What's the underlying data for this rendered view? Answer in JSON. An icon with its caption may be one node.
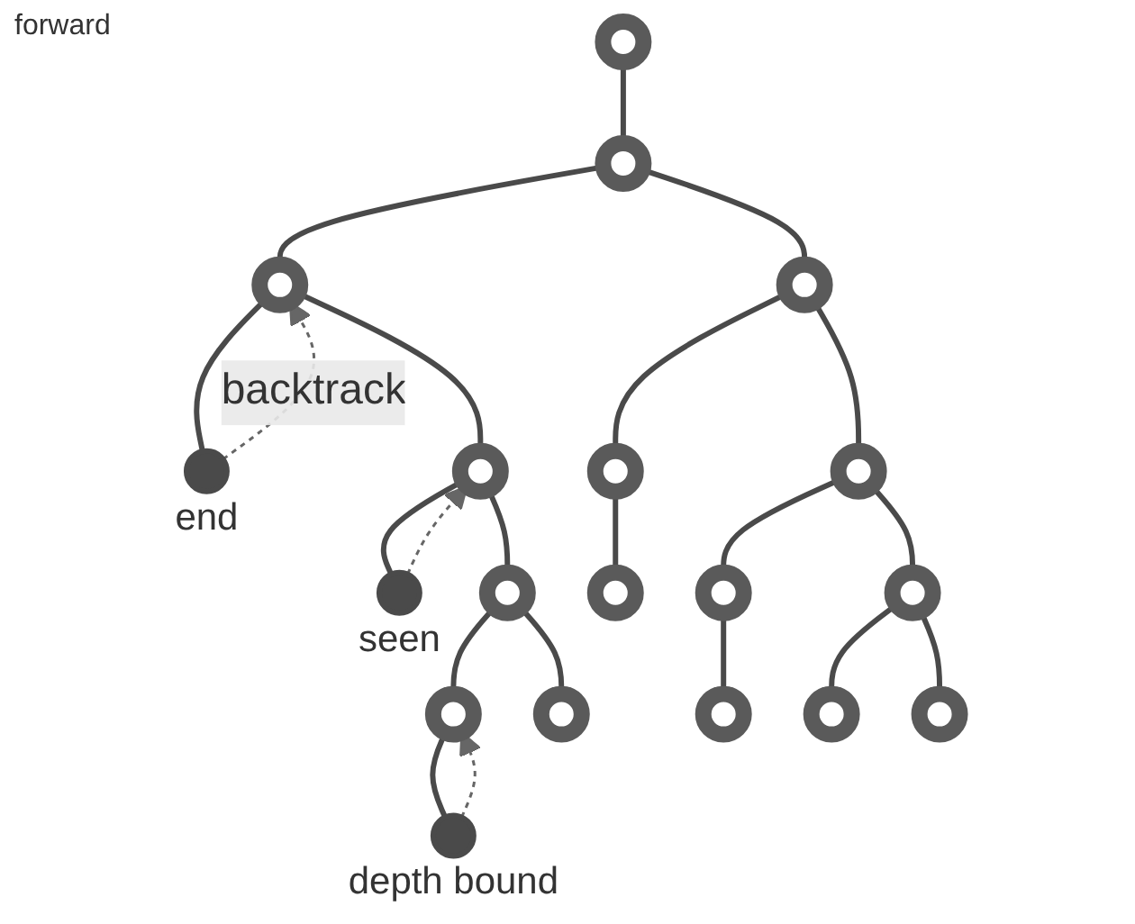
{
  "diagram": {
    "nodes": [
      {
        "text": [],
        "shape": "circle"
      },
      {
        "text": [],
        "shape": "circle"
      },
      {
        "text": [],
        "shape": "circle"
      },
      {
        "text": [],
        "shape": "circle"
      },
      {
        "text": [],
        "shape": "circle",
        "beside": [
          "end"
        ]
      },
      {
        "text": [],
        "shape": "circle"
      },
      {
        "text": [],
        "shape": "circle"
      },
      {
        "text": [],
        "shape": "circle"
      },
      {
        "text": [],
        "shape": "circle",
        "beside": [
          "seen"
        ]
      },
      {
        "text": [],
        "shape": "circle"
      },
      {
        "text": [],
        "shape": "circle"
      },
      {
        "text": [],
        "shape": "circle"
      },
      {
        "text": [],
        "shape": "circle"
      },
      {
        "text": [],
        "shape": "circle"
      },
      {
        "text": [],
        "shape": "circle"
      },
      {
        "text": [],
        "shape": "circle"
      },
      {
        "text": [],
        "shape": "circle"
      },
      {
        "text": [],
        "shape": "circle"
      },
      {
        "text": [],
        "shape": "circle",
        "beside": [
          "depth bound"
        ]
      }
    ],
    "edges": [
      {
        "from": 0,
        "to": 1,
        "arrow": "none"
      },
      {
        "from": 1,
        "to": 2,
        "arrow": "none"
      },
      {
        "from": 1,
        "to": 3,
        "arrow": "none"
      },
      {
        "from": 2,
        "to": 4,
        "arrow": "none"
      },
      {
        "from": 2,
        "to": 5,
        "arrow": "none"
      },
      {
        "from": 3,
        "to": 6,
        "arrow": "none"
      },
      {
        "from": 3,
        "to": 7,
        "arrow": "none"
      },
      {
        "from": 5,
        "to": 8,
        "arrow": "none"
      },
      {
        "from": 5,
        "to": 9,
        "arrow": "none"
      },
      {
        "from": 6,
        "to": 10,
        "arrow": "none"
      },
      {
        "from": 7,
        "to": 11,
        "arrow": "none"
      },
      {
        "from": 7,
        "to": 12,
        "arrow": "none"
      },
      {
        "from": 9,
        "to": 13,
        "arrow": "none"
      },
      {
        "from": 9,
        "to": 14,
        "arrow": "none"
      },
      {
        "from": 11,
        "to": 15,
        "arrow": "none"
      },
      {
        "from": 12,
        "to": 16,
        "arrow": "none"
      },
      {
        "from": 12,
        "to": 17,
        "arrow": "none"
      },
      {
        "from": 13,
        "to": 18,
        "arrow": "none"
      },
      {
        "from": 4,
        "to": 2,
        "arrow": "to",
        "style": "dashed",
        "label": "backtrack"
      },
      {
        "from": 8,
        "to": 5,
        "arrow": "to",
        "style": "dashed"
      },
      {
        "from": 18,
        "to": 13,
        "arrow": "to",
        "style": "dashed"
      }
    ],
    "labels": [
      "forward"
    ]
  }
}
